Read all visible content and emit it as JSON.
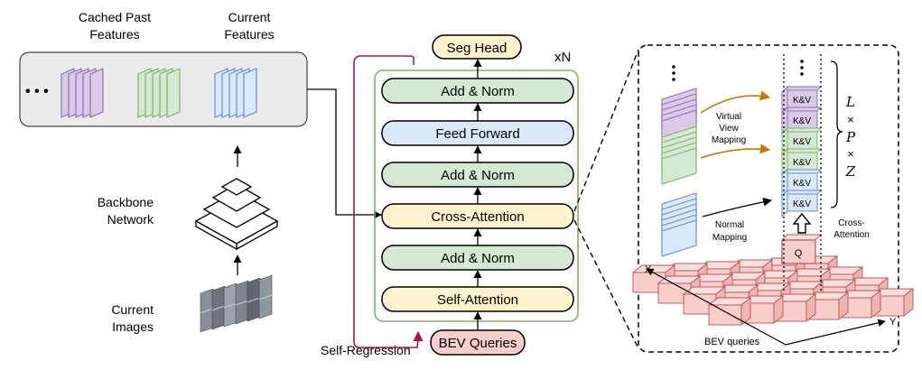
{
  "left": {
    "cached_label": [
      "Cached Past",
      "Features"
    ],
    "current_label": [
      "Current",
      "Features"
    ],
    "ellipsis": "• • •",
    "backbone_label": [
      "Backbone",
      "Network"
    ],
    "images_label": [
      "Current",
      "Images"
    ]
  },
  "transformer": {
    "seg_head": "Seg Head",
    "repeat": "xN",
    "blocks": [
      "Add & Norm",
      "Feed Forward",
      "Add & Norm",
      "Cross-Attention",
      "Add & Norm",
      "Self-Attention"
    ],
    "queries": "BEV Queries",
    "self_regression": "Self-Regression"
  },
  "detail": {
    "virtual_mapping": [
      "Virtual",
      "View",
      "Mapping"
    ],
    "normal_mapping": [
      "Normal",
      "Mapping"
    ],
    "kv_label": "K&V",
    "q_label": "Q",
    "cross_attention": [
      "Cross-",
      "Attention"
    ],
    "lpz": [
      "L",
      "×",
      "P",
      "×",
      "Z"
    ],
    "axis_x": "X",
    "axis_y": "Y",
    "bev_queries": "BEV queries"
  },
  "colors": {
    "purple": "#d9c9ea",
    "purple_stroke": "#9673a6",
    "green": "#d5e8d4",
    "green_stroke": "#82b366",
    "blue": "#dae8fc",
    "blue_stroke": "#6c8ebf",
    "yellow": "#fff2cc",
    "pink": "#f8cecc",
    "pink_stroke": "#b85450",
    "crimson": "#b0134a",
    "orange_arrow": "#c87800",
    "gray_panel": "#ebebeb"
  }
}
